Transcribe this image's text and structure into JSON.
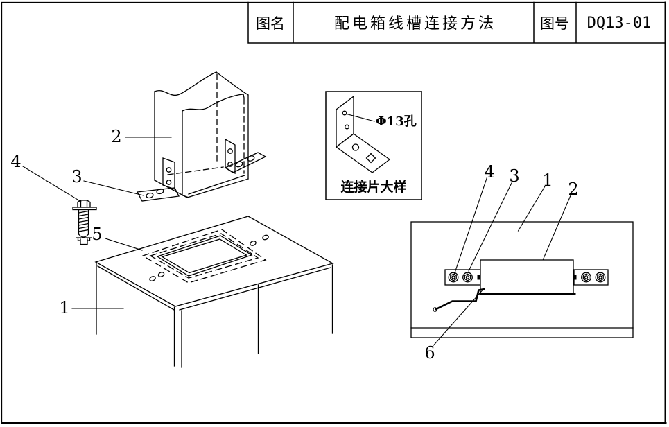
{
  "page": {
    "background_color": "#ffffff",
    "line_color": "#000000"
  },
  "title_block": {
    "name_label": "图名",
    "drawing_title": "配电箱线槽连接方法",
    "number_label": "图号",
    "drawing_number": "DQ13-01"
  },
  "detail_box": {
    "hole_label": "Φ13孔",
    "caption": "连接片大样"
  },
  "iso_view": {
    "callout_1": "1",
    "callout_2": "2",
    "callout_3": "3",
    "callout_4": "4",
    "callout_5": "5"
  },
  "side_view": {
    "callout_1": "1",
    "callout_2": "2",
    "callout_3": "3",
    "callout_4": "4",
    "callout_6": "6"
  }
}
